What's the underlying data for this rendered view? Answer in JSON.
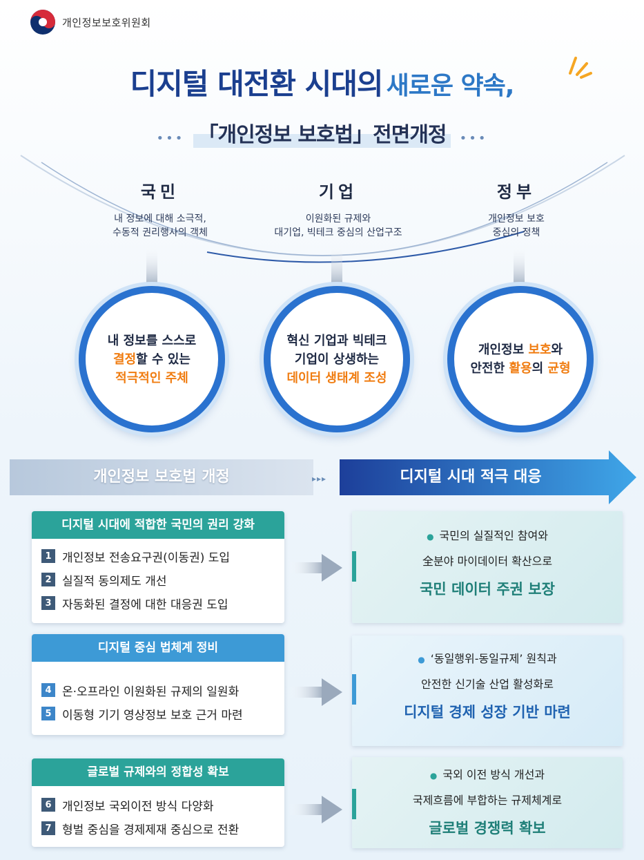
{
  "header": {
    "org_name": "개인정보보호위원회"
  },
  "title": {
    "strong": "디지털 대전환 시대의",
    "light": "새로운 약속,",
    "sub": "「개인정보 보호법」전면개정",
    "dots": "•••"
  },
  "groups": [
    {
      "title": "국민",
      "desc1": "내 정보에 대해 소극적,",
      "desc2": "수동적 권리행사의 객체",
      "c1": "내 정보를 스스로",
      "c2a": "결정",
      "c2b": "할 수 있는",
      "c3": "적극적인 주체"
    },
    {
      "title": "기업",
      "desc1": "이원화된 규제와",
      "desc2": "대기업, 빅테크 중심의 산업구조",
      "c1": "혁신 기업과 빅테크",
      "c2": "기업이 상생하는",
      "c3": "데이터 생태계 조성"
    },
    {
      "title": "정부",
      "desc1": "개인정보 보호",
      "desc2": "중심의 정책",
      "c1a": "개인정보 ",
      "c1b": "보호",
      "c1c": "와",
      "c2a": "안전한 ",
      "c2b": "활용",
      "c2c": "의 ",
      "c2d": "균형"
    }
  ],
  "banners": {
    "left": "개인정보 보호법 개정",
    "mid": "▸▸▸",
    "right": "디지털 시대 적극 대응"
  },
  "sections": [
    {
      "head": "디지털 시대에 적합한 국민의 권리 강화",
      "items": [
        {
          "num": "1",
          "text": "개인정보 전송요구권(이동권) 도입"
        },
        {
          "num": "2",
          "text": "실질적 동의제도 개선"
        },
        {
          "num": "3",
          "text": "자동화된 결정에 대한 대응권 도입"
        }
      ],
      "out1": "국민의  실질적인  참여와",
      "out2": "全분야 마이데이터 확산으로",
      "out_strong": "국민 데이터 주권 보장"
    },
    {
      "head": "디지털 중심 법체계 정비",
      "items": [
        {
          "num": "4",
          "text": "온·오프라인 이원화된 규제의 일원화"
        },
        {
          "num": "5",
          "text": "이동형 기기 영상정보 보호 근거 마련"
        }
      ],
      "out1": "‘동일행위-동일규제’ 원칙과",
      "out2": "안전한 신기술 산업 활성화로",
      "out_strong": "디지털 경제 성장 기반 마련"
    },
    {
      "head": "글로벌 규제와의 정합성 확보",
      "items": [
        {
          "num": "6",
          "text": "개인정보 국외이전 방식 다양화"
        },
        {
          "num": "7",
          "text": "형벌 중심을 경제제재 중심으로 전환"
        }
      ],
      "out1": "국외 이전 방식 개선과",
      "out2": "국제흐름에 부합하는 규제체계로",
      "out_strong": "글로벌 경쟁력 확보"
    }
  ],
  "bullet": "●"
}
